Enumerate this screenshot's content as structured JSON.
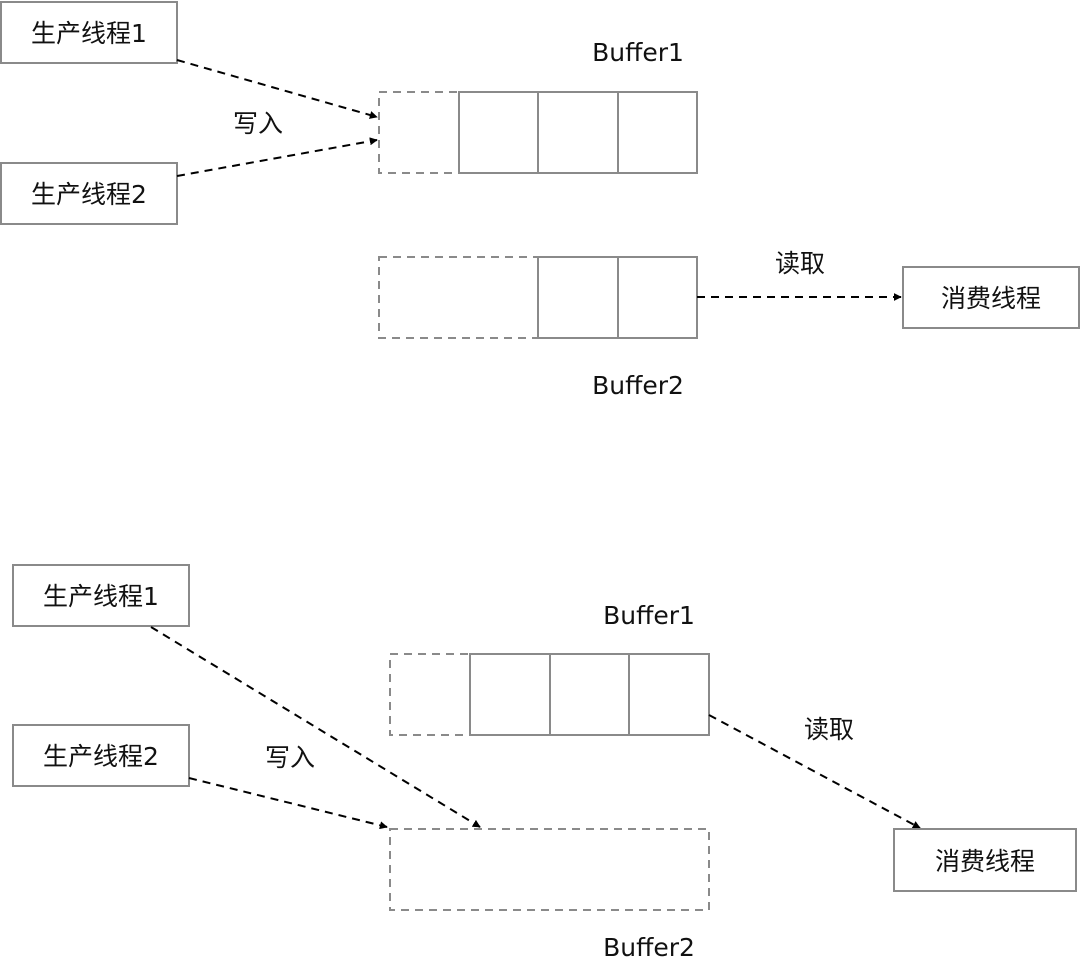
{
  "panels": [
    {
      "name": "before-swap",
      "producers": [
        {
          "id": "p1",
          "label": "生产线程1"
        },
        {
          "id": "p2",
          "label": "生产线程2"
        }
      ],
      "consumer": {
        "id": "c",
        "label": "消费线程"
      },
      "buffers": [
        {
          "id": "b1",
          "label": "Buffer1",
          "filled_cells": 3,
          "empty_slots": 1,
          "role": "write"
        },
        {
          "id": "b2",
          "label": "Buffer2",
          "filled_cells": 2,
          "empty_slots": 2,
          "role": "read"
        }
      ],
      "edges": [
        {
          "from": "p1",
          "to": "b1",
          "label": "写入"
        },
        {
          "from": "p2",
          "to": "b1",
          "label": ""
        },
        {
          "from": "b2",
          "to": "c",
          "label": "读取"
        }
      ],
      "write_label": "写入",
      "read_label": "读取"
    },
    {
      "name": "after-swap",
      "producers": [
        {
          "id": "p1",
          "label": "生产线程1"
        },
        {
          "id": "p2",
          "label": "生产线程2"
        }
      ],
      "consumer": {
        "id": "c",
        "label": "消费线程"
      },
      "buffers": [
        {
          "id": "b1",
          "label": "Buffer1",
          "filled_cells": 3,
          "empty_slots": 1,
          "role": "read"
        },
        {
          "id": "b2",
          "label": "Buffer2",
          "filled_cells": 0,
          "empty_slots": 4,
          "role": "write"
        }
      ],
      "edges": [
        {
          "from": "p1",
          "to": "b2",
          "label": "写入"
        },
        {
          "from": "p2",
          "to": "b2",
          "label": ""
        },
        {
          "from": "b1",
          "to": "c",
          "label": "读取"
        }
      ],
      "write_label": "写入",
      "read_label": "读取"
    }
  ]
}
